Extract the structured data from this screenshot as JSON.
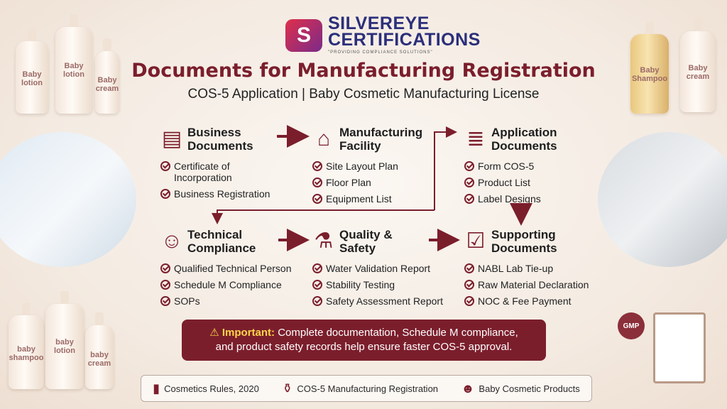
{
  "logo": {
    "mark": "S",
    "name_line1": "SILVEREYE",
    "name_line2": "CERTIFICATIONS",
    "tagline": "\"PROVIDING COMPLIANCE SOLUTIONS\""
  },
  "title": "Documents for Manufacturing Registration",
  "subtitle": "COS-5 Application | Baby Cosmetic Manufacturing License",
  "sections": [
    {
      "icon": "certificate-icon",
      "title1": "Business",
      "title2": "Documents",
      "items": [
        "Certificate of Incorporation",
        "Business Registration"
      ]
    },
    {
      "icon": "factory-icon",
      "title1": "Manufacturing",
      "title2": "Facility",
      "items": [
        "Site Layout Plan",
        "Floor Plan",
        "Equipment List"
      ]
    },
    {
      "icon": "document-icon",
      "title1": "Application",
      "title2": "Documents",
      "items": [
        "Form COS-5",
        "Product List",
        "Label Designs"
      ]
    },
    {
      "icon": "scientist-icon",
      "title1": "Technical",
      "title2": "Compliance",
      "items": [
        "Qualified Technical Person",
        "Schedule M Compliance",
        "SOPs"
      ]
    },
    {
      "icon": "test-tube-icon",
      "title1": "Quality &",
      "title2": "Safety",
      "items": [
        "Water Validation Report",
        "Stability Testing",
        "Safety Assessment Report"
      ]
    },
    {
      "icon": "clipboard-check-icon",
      "title1": "Supporting",
      "title2": "Documents",
      "items": [
        "NABL Lab Tie-up",
        "Raw Material Declaration",
        "NOC & Fee Payment"
      ]
    }
  ],
  "important": {
    "label": "Important:",
    "line1": "Complete documentation, Schedule M compliance,",
    "line2": "and product safety records help ensure faster COS-5 approval."
  },
  "footer": [
    {
      "icon": "book-icon",
      "label": "Cosmetics Rules, 2020"
    },
    {
      "icon": "bottle-icon",
      "label": "COS-5 Manufacturing Registration"
    },
    {
      "icon": "baby-icon",
      "label": "Baby Cosmetic Products"
    }
  ],
  "bottles": {
    "lotion": "Baby lotion",
    "shampoo": "Baby Shampoo",
    "cream": "Baby cream",
    "babyshampoo": "baby shampoo",
    "babylotion": "baby lotion",
    "babycream": "baby cream"
  },
  "badge": "GMP"
}
